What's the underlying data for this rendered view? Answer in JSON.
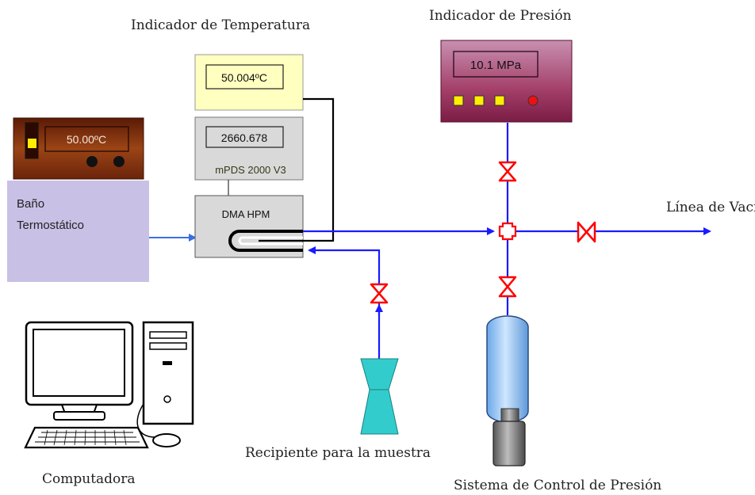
{
  "labels": {
    "temp_indicator_title": "Indicador de Temperatura",
    "pressure_indicator_title": "Indicador de Presión",
    "vacuum_line": "Línea de Vacío",
    "sample_container": "Recipiente para la muestra",
    "computer": "Computadora",
    "pressure_control": "Sistema de Control de Presión"
  },
  "devices": {
    "bath_display": "50.00ºC",
    "bath_label_line1": "Baño",
    "bath_label_line2": "Termostático",
    "temp_display": "50.004ºC",
    "mpds_display": "2660.678",
    "mpds_label": "mPDS 2000 V3",
    "dma_label": "DMA HPM",
    "pressure_display": "10.1 MPa"
  },
  "colors": {
    "line_blue": "#1a1aff",
    "valve_red": "#ff0000",
    "bath_panel": "#c9c0e6",
    "bath_unit": "#8b3a14",
    "temp_box": "#ffffc0",
    "pressure_box": "#a03060",
    "container": "#33cccc",
    "cylinder": "#99ccff",
    "gray_box": "#d9d9d9"
  }
}
